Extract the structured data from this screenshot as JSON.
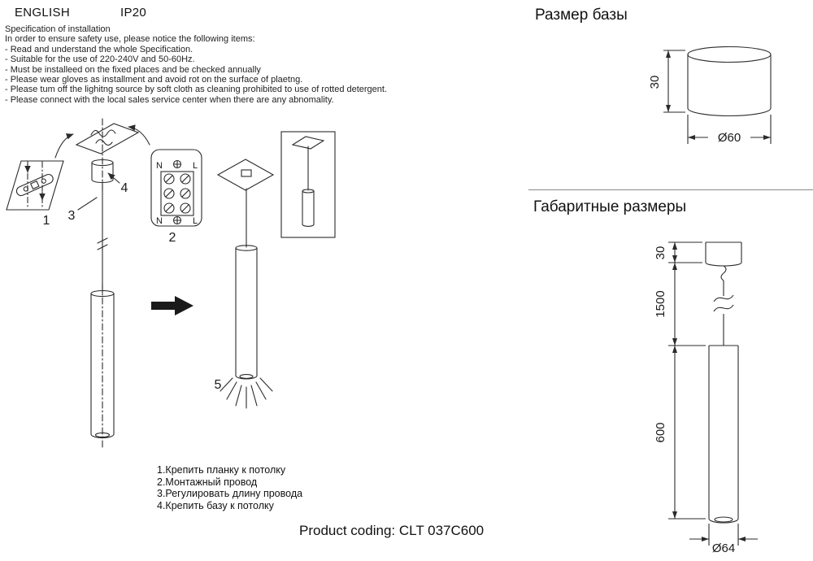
{
  "header": {
    "language": "ENGLISH",
    "ip_rating": "IP20"
  },
  "spec": {
    "title": "Specification of installation",
    "intro": "In order to ensure safety use, please notice the following items:",
    "items": [
      "- Read and understand the whole Specification.",
      "- Suitable for the use of 220-240V and 50-60Hz.",
      "- Must be installeed on the fixed places and be checked annually",
      "- Please wear gloves as installment and avoid rot on the surface of plaetng.",
      "- Please tum off the lighitng source by soft cloth as cleaning prohibited to use of rotted detergent.",
      "- Please connect with the local sales service center when there are any abnomality."
    ]
  },
  "installation_diagram": {
    "step_labels": {
      "step1": "1",
      "step2": "2",
      "step3": "3",
      "step4": "4",
      "step5": "5"
    },
    "terminal_labels": {
      "n_top": "N",
      "l_top": "L",
      "n_bottom": "N",
      "l_bottom": "L"
    }
  },
  "legend": {
    "items": [
      "1.Крепить планку к потолку",
      "2.Монтажный провод",
      "3.Регулировать длину провода",
      "4.Крепить базу к потолку"
    ]
  },
  "base_size": {
    "title": "Размер базы",
    "height": "30",
    "diameter": "Ø60"
  },
  "overall_size": {
    "title": "Габаритные размеры",
    "base_height": "30",
    "cord_length": "1500",
    "body_length": "600",
    "diameter": "Ø64"
  },
  "product": {
    "coding": "Product coding: CLT 037C600"
  }
}
